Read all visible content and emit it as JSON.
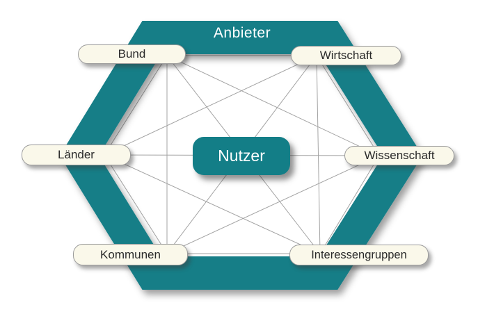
{
  "diagram": {
    "band_label": "Anbieter",
    "center": {
      "label": "Nutzer"
    },
    "nodes": [
      {
        "id": "bund",
        "label": "Bund",
        "position": "top-left"
      },
      {
        "id": "wirtschaft",
        "label": "Wirtschaft",
        "position": "top-right"
      },
      {
        "id": "wissenschaft",
        "label": "Wissenschaft",
        "position": "right"
      },
      {
        "id": "interessengruppen",
        "label": "Interessengruppen",
        "position": "bottom-right"
      },
      {
        "id": "kommunen",
        "label": "Kommunen",
        "position": "bottom-left"
      },
      {
        "id": "laender",
        "label": "Länder",
        "position": "left"
      }
    ],
    "edges": [
      [
        "Bund",
        "Wirtschaft"
      ],
      [
        "Bund",
        "Wissenschaft"
      ],
      [
        "Bund",
        "Interessengruppen"
      ],
      [
        "Bund",
        "Kommunen"
      ],
      [
        "Bund",
        "Länder"
      ],
      [
        "Wirtschaft",
        "Wissenschaft"
      ],
      [
        "Wirtschaft",
        "Interessengruppen"
      ],
      [
        "Wirtschaft",
        "Kommunen"
      ],
      [
        "Wirtschaft",
        "Länder"
      ],
      [
        "Wissenschaft",
        "Interessengruppen"
      ],
      [
        "Wissenschaft",
        "Kommunen"
      ],
      [
        "Wissenschaft",
        "Länder"
      ],
      [
        "Interessengruppen",
        "Kommunen"
      ],
      [
        "Interessengruppen",
        "Länder"
      ],
      [
        "Kommunen",
        "Länder"
      ]
    ],
    "colors": {
      "teal": "#137e87",
      "node_fill": "#faf8ea",
      "node_border": "#9b9b9b",
      "connection_line": "#a3a3a3",
      "text_dark": "#2a2a2a",
      "text_light": "#ffffff"
    }
  }
}
